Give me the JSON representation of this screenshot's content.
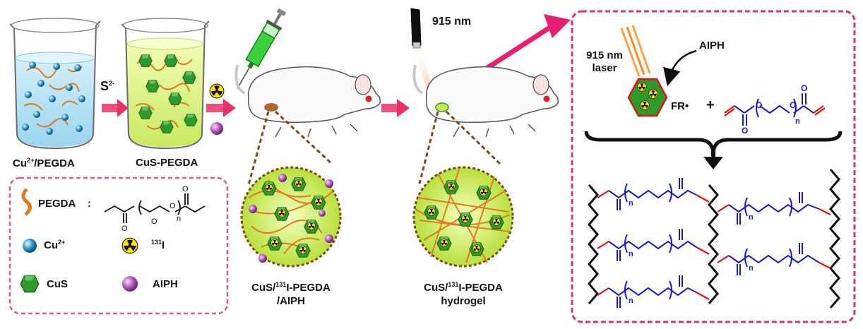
{
  "labels": {
    "beaker1": {
      "base": "Cu",
      "sup": "2+",
      "rest": "/PEGDA"
    },
    "beaker2": "CuS-PEGDA",
    "reagent_sulfide": {
      "base": "S",
      "sup": "2-"
    },
    "laser_wavelength": "915 nm",
    "mixture_line1": {
      "pre": "CuS/",
      "sup": "131",
      "post": "I-PEGDA"
    },
    "mixture_line2": "/AIPH",
    "hydrogel_line1": {
      "pre": "CuS/",
      "sup": "131",
      "post": "I-PEGDA"
    },
    "hydrogel_line2": "hydrogel"
  },
  "legend": {
    "pegda": "PEGDA",
    "pegda_colon": ":",
    "cu": {
      "base": "Cu",
      "sup": "2+"
    },
    "iodine": {
      "sup": "131",
      "base": "I"
    },
    "cus": "CuS",
    "aiph": "AIPH"
  },
  "mechanism": {
    "laser_line1": "915 nm",
    "laser_line2": "laser",
    "initiator": "AIPH",
    "radical": "FR•",
    "plus": "+",
    "repeat_n": "n",
    "atom_o": "O"
  },
  "colors": {
    "arrow_red": "#e8306a",
    "frame_pink": "#d9336b",
    "cus_green": "#2e9a2e",
    "gel_green": "#c8e84a",
    "copper_blue": "#2a8fc0",
    "fiber_orange": "#e07a20",
    "aiph_purple": "#b050b8",
    "monomer_blue": "#1a1acc",
    "bond_red": "#e01010"
  }
}
